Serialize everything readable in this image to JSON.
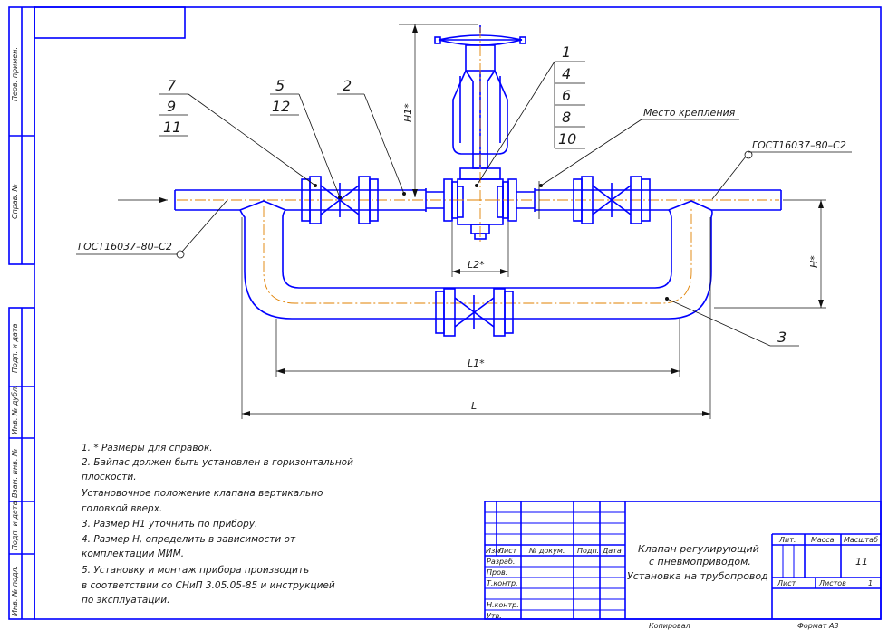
{
  "side_stamps": [
    "Перв. примен.",
    "Справ. №",
    "Подп. и дата",
    "Инв. № дубл.",
    "Взам. инв. №",
    "Подп. и дата",
    "Инв. № подл."
  ],
  "callouts": {
    "leader_7": "7",
    "leader_9": "9",
    "leader_11": "11",
    "leader_5": "5",
    "leader_12": "12",
    "leader_2": "2",
    "leader_1": "1",
    "leader_4": "4",
    "leader_6": "6",
    "leader_8": "8",
    "leader_10": "10",
    "leader_3": "3"
  },
  "labels": {
    "mount": "Место крепления",
    "gost_right": "ГОСТ16037–80–С2",
    "gost_left": "ГОСТ16037–80–С2"
  },
  "dimensions": {
    "h1": "H1*",
    "h": "H*",
    "l2": "L2*",
    "l1": "L1*",
    "l": "L"
  },
  "notes": [
    "1. * Размеры для справок.",
    "2. Байпас должен быть установлен в горизонтальной",
    "плоскости.",
    "Установочное положение клапана вертикально",
    "головкой вверх.",
    "3. Размер Н1 уточнить по прибору.",
    "4. Размер Н, определить в зависимости от",
    "комплектации МИМ.",
    "5. Установку и монтаж прибора производить",
    "в соответствии со СНиП 3.05.05-85 и инструкцией",
    "по эксплуатации."
  ],
  "title_block": {
    "col_headers": [
      "Изм.",
      "Лист",
      "№ докум.",
      "Подп.",
      "Дата"
    ],
    "roles": [
      "Разраб.",
      "Пров.",
      "Т.контр.",
      "",
      "Н.контр.",
      "Утв."
    ],
    "title_lines": [
      "Клапан регулирующий",
      "с пневмоприводом.",
      "Установка на трубопровод"
    ],
    "lit_header": "Лит.",
    "mass_header": "Масса",
    "scale_header": "Масштаб",
    "scale_value": "11",
    "sheet_label": "Лист",
    "sheets_label": "Листов",
    "sheets_value": "1"
  },
  "footer": {
    "copied": "Копировал",
    "format": "Формат   А3"
  }
}
